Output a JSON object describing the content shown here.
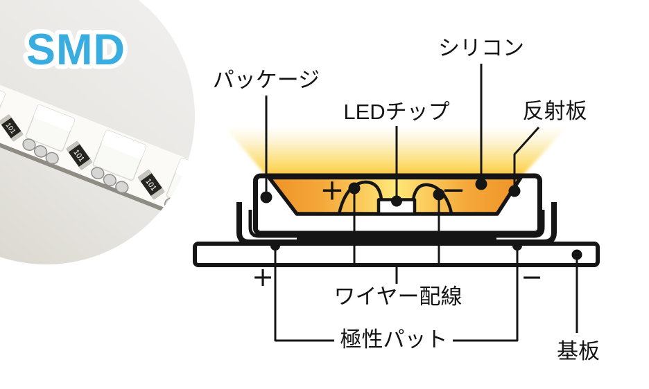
{
  "badge": {
    "label": "SMD",
    "color": "#3AADE0",
    "outline": "#FFFFFF"
  },
  "photo": {
    "resistor_label": "101"
  },
  "diagram": {
    "labels": {
      "package": "パッケージ",
      "silicone": "シリコン",
      "led_chip": "LEDチップ",
      "reflector": "反射板",
      "wire": "ワイヤー配線",
      "polarity_pad": "極性パット",
      "substrate": "基板"
    },
    "symbols": {
      "plus_cavity": "+",
      "minus_cavity": "−",
      "plus_board": "+",
      "minus_board": "−"
    },
    "colors": {
      "line": "#151515",
      "cavity_edge": "#EE9226",
      "cavity_mid": "#F5A93B",
      "cavity_center": "#FFE878",
      "glow_bottom": "#F6B93F",
      "glow_yellow": "#FCD75B",
      "glow_pale": "#FDF4D4",
      "glow_top": "#FFFFFF"
    }
  }
}
